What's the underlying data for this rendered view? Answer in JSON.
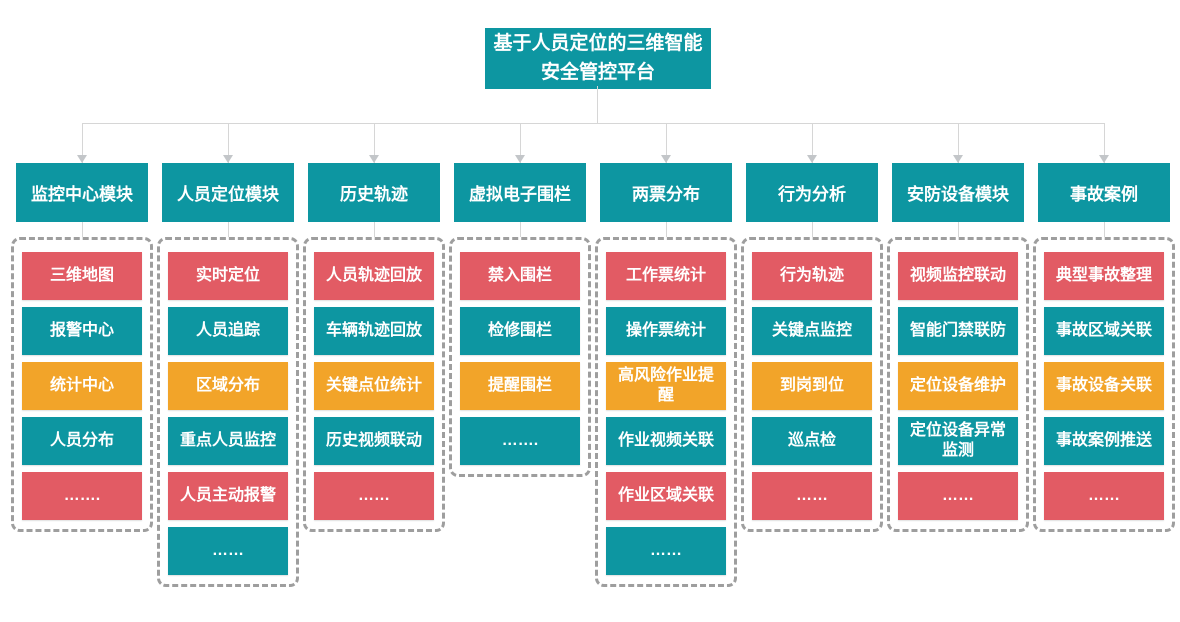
{
  "root": {
    "title": "基于人员定位的三维智能安全管控平台"
  },
  "colors": {
    "teal": "#0d96a1",
    "red": "#e25b64",
    "orange": "#f2a429",
    "line": "#d6d6d6",
    "dash_border": "#9e9e9e"
  },
  "columns": [
    {
      "header": "监控中心模块",
      "items": [
        {
          "label": "三维地图",
          "color": "red"
        },
        {
          "label": "报警中心",
          "color": "teal"
        },
        {
          "label": "统计中心",
          "color": "orange"
        },
        {
          "label": "人员分布",
          "color": "teal"
        },
        {
          "label": "…….",
          "color": "red"
        }
      ]
    },
    {
      "header": "人员定位模块",
      "items": [
        {
          "label": "实时定位",
          "color": "red"
        },
        {
          "label": "人员追踪",
          "color": "teal"
        },
        {
          "label": "区域分布",
          "color": "orange"
        },
        {
          "label": "重点人员监控",
          "color": "teal"
        },
        {
          "label": "人员主动报警",
          "color": "red"
        },
        {
          "label": "……",
          "color": "teal"
        }
      ]
    },
    {
      "header": "历史轨迹",
      "items": [
        {
          "label": "人员轨迹回放",
          "color": "red"
        },
        {
          "label": "车辆轨迹回放",
          "color": "teal"
        },
        {
          "label": "关键点位统计",
          "color": "orange"
        },
        {
          "label": "历史视频联动",
          "color": "teal"
        },
        {
          "label": "……",
          "color": "red"
        }
      ]
    },
    {
      "header": "虚拟电子围栏",
      "items": [
        {
          "label": "禁入围栏",
          "color": "red"
        },
        {
          "label": "检修围栏",
          "color": "teal"
        },
        {
          "label": "提醒围栏",
          "color": "orange"
        },
        {
          "label": "…….",
          "color": "teal"
        }
      ]
    },
    {
      "header": "两票分布",
      "items": [
        {
          "label": "工作票统计",
          "color": "red"
        },
        {
          "label": "操作票统计",
          "color": "teal"
        },
        {
          "label": "高风险作业提醒",
          "color": "orange"
        },
        {
          "label": "作业视频关联",
          "color": "teal"
        },
        {
          "label": "作业区域关联",
          "color": "red"
        },
        {
          "label": "……",
          "color": "teal"
        }
      ]
    },
    {
      "header": "行为分析",
      "items": [
        {
          "label": "行为轨迹",
          "color": "red"
        },
        {
          "label": "关键点监控",
          "color": "teal"
        },
        {
          "label": "到岗到位",
          "color": "orange"
        },
        {
          "label": "巡点检",
          "color": "teal"
        },
        {
          "label": "……",
          "color": "red"
        }
      ]
    },
    {
      "header": "安防设备模块",
      "items": [
        {
          "label": "视频监控联动",
          "color": "red"
        },
        {
          "label": "智能门禁联防",
          "color": "teal"
        },
        {
          "label": "定位设备维护",
          "color": "orange"
        },
        {
          "label": "定位设备异常监测",
          "color": "teal"
        },
        {
          "label": "……",
          "color": "red"
        }
      ]
    },
    {
      "header": "事故案例",
      "items": [
        {
          "label": "典型事故整理",
          "color": "red"
        },
        {
          "label": "事故区域关联",
          "color": "teal"
        },
        {
          "label": "事故设备关联",
          "color": "orange"
        },
        {
          "label": "事故案例推送",
          "color": "teal"
        },
        {
          "label": "……",
          "color": "red"
        }
      ]
    }
  ]
}
